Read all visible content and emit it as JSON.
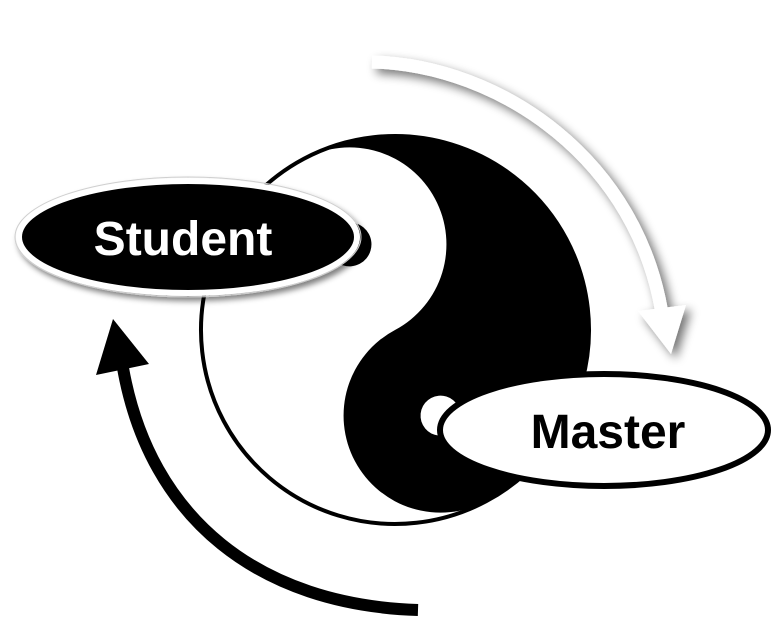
{
  "diagram": {
    "type": "cycle",
    "center_symbol": "yin-yang",
    "labels": {
      "student": "Student",
      "master": "Master"
    },
    "arrows": [
      {
        "name": "student-to-master",
        "direction": "clockwise",
        "color": "#ffffff"
      },
      {
        "name": "master-to-student",
        "direction": "clockwise",
        "color": "#000000"
      }
    ],
    "colors": {
      "dark": "#000000",
      "light": "#ffffff"
    }
  }
}
